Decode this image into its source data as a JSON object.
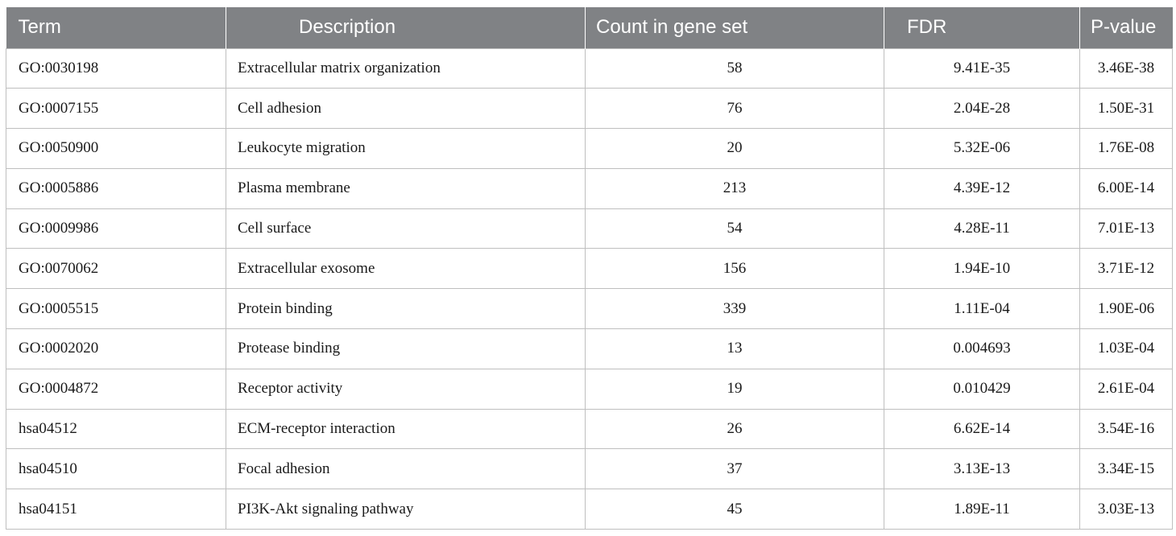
{
  "table": {
    "headers": {
      "term": "Term",
      "description": "Description",
      "count": "Count in gene set",
      "fdr": "FDR",
      "pvalue": "P-value"
    },
    "rows": [
      {
        "term": "GO:0030198",
        "description": "Extracellular matrix organization",
        "count": "58",
        "fdr": "9.41E-35",
        "pvalue": "3.46E-38"
      },
      {
        "term": "GO:0007155",
        "description": "Cell adhesion",
        "count": "76",
        "fdr": "2.04E-28",
        "pvalue": "1.50E-31"
      },
      {
        "term": "GO:0050900",
        "description": "Leukocyte migration",
        "count": "20",
        "fdr": "5.32E-06",
        "pvalue": "1.76E-08"
      },
      {
        "term": "GO:0005886",
        "description": "Plasma membrane",
        "count": "213",
        "fdr": "4.39E-12",
        "pvalue": "6.00E-14"
      },
      {
        "term": "GO:0009986",
        "description": "Cell surface",
        "count": "54",
        "fdr": "4.28E-11",
        "pvalue": "7.01E-13"
      },
      {
        "term": "GO:0070062",
        "description": "Extracellular exosome",
        "count": "156",
        "fdr": "1.94E-10",
        "pvalue": "3.71E-12"
      },
      {
        "term": "GO:0005515",
        "description": "Protein binding",
        "count": "339",
        "fdr": "1.11E-04",
        "pvalue": "1.90E-06"
      },
      {
        "term": "GO:0002020",
        "description": "Protease binding",
        "count": "13",
        "fdr": "0.004693",
        "pvalue": "1.03E-04"
      },
      {
        "term": "GO:0004872",
        "description": "Receptor activity",
        "count": "19",
        "fdr": "0.010429",
        "pvalue": "2.61E-04"
      },
      {
        "term": "hsa04512",
        "description": "ECM-receptor interaction",
        "count": "26",
        "fdr": "6.62E-14",
        "pvalue": "3.54E-16"
      },
      {
        "term": "hsa04510",
        "description": "Focal adhesion",
        "count": "37",
        "fdr": "3.13E-13",
        "pvalue": "3.34E-15"
      },
      {
        "term": "hsa04151",
        "description": "PI3K-Akt signaling pathway",
        "count": "45",
        "fdr": "1.89E-11",
        "pvalue": "3.03E-13"
      }
    ]
  }
}
